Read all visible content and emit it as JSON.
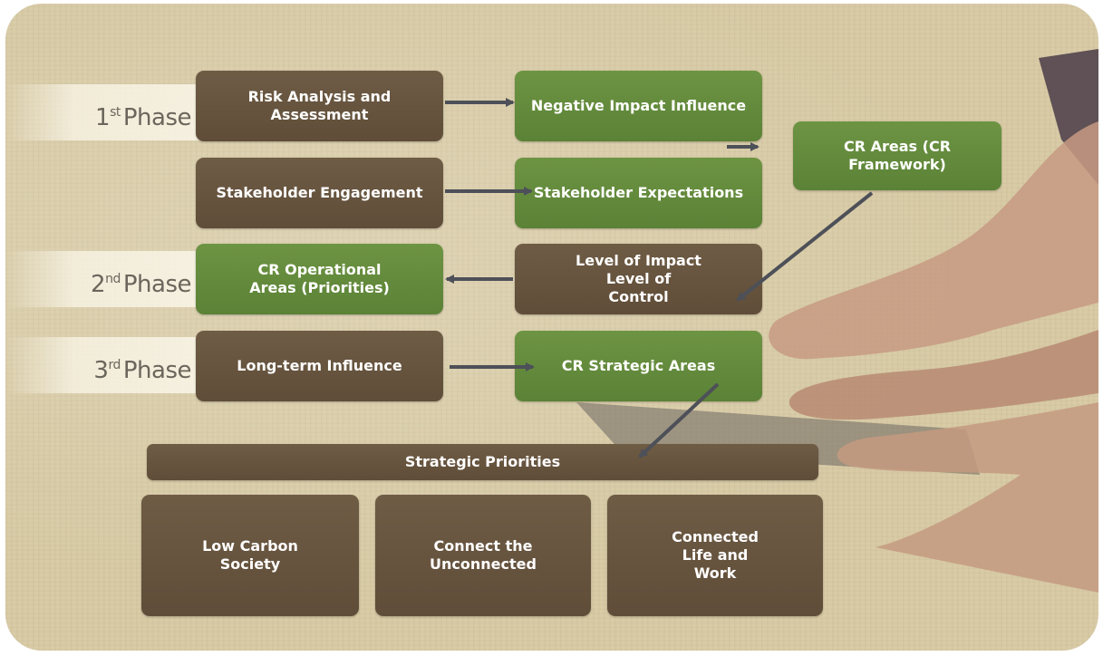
{
  "phases": [
    {
      "number": "1",
      "suffix": "st",
      "word": "Phase"
    },
    {
      "number": "2",
      "suffix": "nd",
      "word": "Phase"
    },
    {
      "number": "3",
      "suffix": "rd",
      "word": "Phase"
    }
  ],
  "boxes": {
    "risk_analysis": "Risk Analysis and Assessment",
    "negative_impact": "Negative Impact Influence",
    "cr_areas": "CR Areas (CR Framework)",
    "stakeholder_engagement": "Stakeholder Engagement",
    "stakeholder_expectations": "Stakeholder Expectations",
    "cr_operational": "CR Operational Areas (Priorities)",
    "impact_control": "Level of Impact Level of Control",
    "long_term": "Long-term Influence",
    "cr_strategic": "CR Strategic Areas",
    "strategic_priorities": "Strategic Priorities",
    "low_carbon": "Low Carbon Society",
    "connect_unconnected": "Connect the Unconnected",
    "connected_life": "Connected Life and Work"
  },
  "colors": {
    "brown_box": "#634f3b",
    "green_box": "#638b3c",
    "arrow": "#4d5058",
    "background": "#d8cba6"
  }
}
